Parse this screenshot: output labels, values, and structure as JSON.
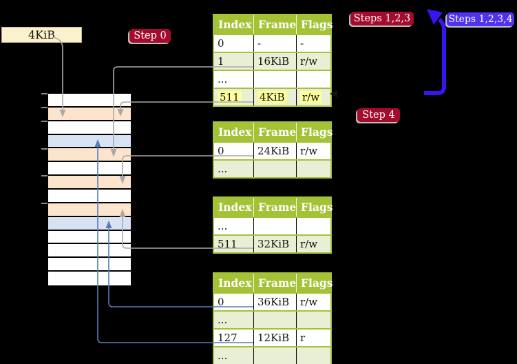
{
  "colors": {
    "background": "#000000",
    "label_box_cream": "#fcf1cd",
    "badge_red": "#a30c2c",
    "badge_blue": "#5132f0",
    "arrow_thick_blue": "#3b12f0",
    "arrow_gray": "#a9a9a9",
    "arrow_steel": "#567db8",
    "table_header_green": "#a4c236",
    "table_row_green": "#e9efd5",
    "highlight_yellow": "#ffff9b",
    "mem_table_peach": "#fde5cd",
    "mem_page_blue": "#d9e2f3",
    "mem_free_white": "#ffffff"
  },
  "labels": {
    "frame_size": "4KiB",
    "step0": "Step 0",
    "steps123": "Steps 1,2,3",
    "steps1234": "Steps 1,2,3,4",
    "step4": "Step 4"
  },
  "memory": {
    "rows": [
      "free",
      "table",
      "free",
      "page",
      "table",
      "free",
      "table",
      "free",
      "table",
      "page",
      "free",
      "free",
      "free",
      "free"
    ]
  },
  "tables": [
    {
      "headers": [
        "Index",
        "Frame",
        "Flags"
      ],
      "rows": [
        {
          "cells": [
            "0",
            "-",
            "-"
          ],
          "shaded": false,
          "highlight": false
        },
        {
          "cells": [
            "1",
            "16KiB",
            "r/w"
          ],
          "shaded": true,
          "highlight": false
        },
        {
          "cells": [
            "...",
            "",
            ""
          ],
          "shaded": false,
          "highlight": false
        },
        {
          "cells": [
            "511",
            "4KiB",
            "r/w"
          ],
          "shaded": true,
          "highlight": true
        }
      ]
    },
    {
      "headers": [
        "Index",
        "Frame",
        "Flags"
      ],
      "rows": [
        {
          "cells": [
            "0",
            "24KiB",
            "r/w"
          ],
          "shaded": false,
          "highlight": false
        },
        {
          "cells": [
            "...",
            "",
            ""
          ],
          "shaded": true,
          "highlight": false
        }
      ]
    },
    {
      "headers": [
        "Index",
        "Frame",
        "Flags"
      ],
      "rows": [
        {
          "cells": [
            "...",
            "",
            ""
          ],
          "shaded": false,
          "highlight": false
        },
        {
          "cells": [
            "511",
            "32KiB",
            "r/w"
          ],
          "shaded": true,
          "highlight": false
        }
      ]
    },
    {
      "headers": [
        "Index",
        "Frame",
        "Flags"
      ],
      "rows": [
        {
          "cells": [
            "0",
            "36KiB",
            "r/w"
          ],
          "shaded": false,
          "highlight": false
        },
        {
          "cells": [
            "...",
            "",
            ""
          ],
          "shaded": true,
          "highlight": false
        },
        {
          "cells": [
            "127",
            "12KiB",
            "r"
          ],
          "shaded": false,
          "highlight": false
        },
        {
          "cells": [
            "...",
            "",
            ""
          ],
          "shaded": true,
          "highlight": false
        }
      ]
    }
  ]
}
